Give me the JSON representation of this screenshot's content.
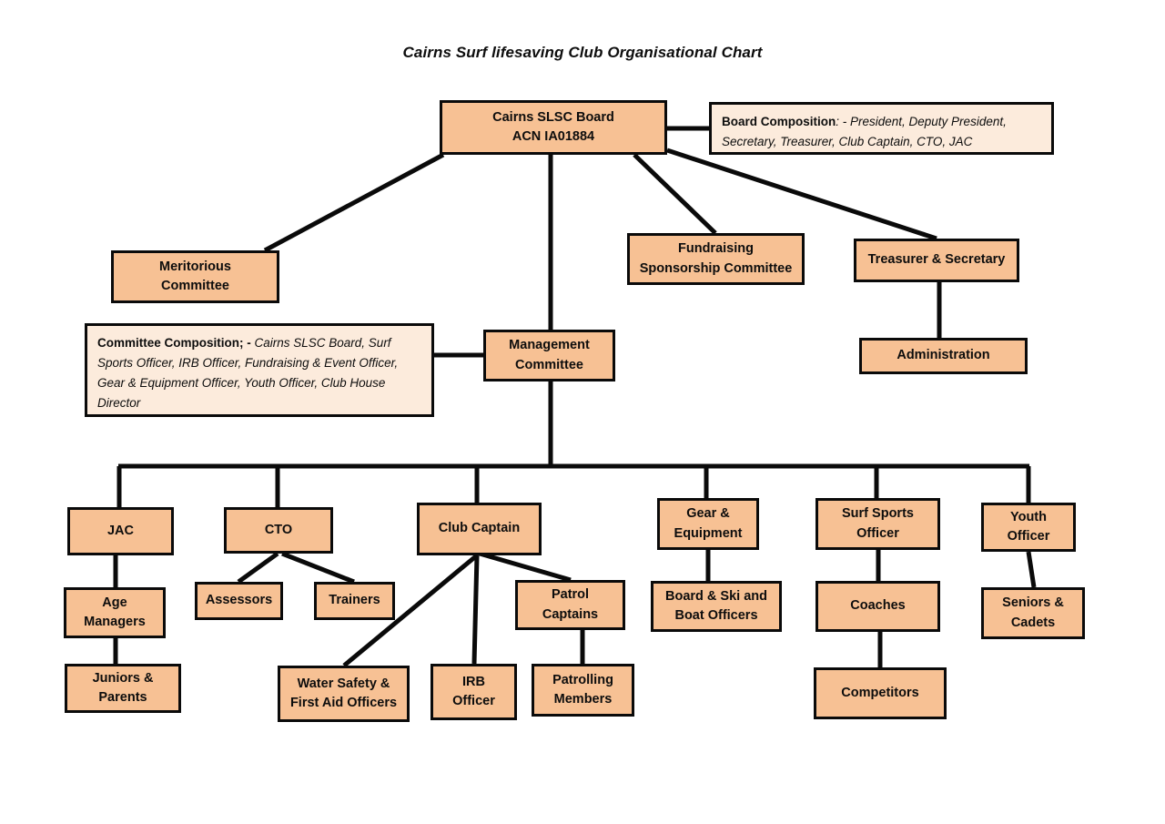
{
  "title": "Cairns Surf lifesaving Club Organisational Chart",
  "colors": {
    "node_fill": "#F7C194",
    "note_fill": "#FCEBDC",
    "border": "#0a0a0a",
    "background": "#ffffff",
    "text": "#0d0d0d"
  },
  "nodes": {
    "board": {
      "line1": "Cairns SLSC Board",
      "line2": "ACN IA01884"
    },
    "meritorious": {
      "line1": "Meritorious",
      "line2": "Committee"
    },
    "management": {
      "line1": "Management",
      "line2": "Committee"
    },
    "fundraising": {
      "line1": "Fundraising",
      "line2": "Sponsorship Committee"
    },
    "treasurer": {
      "line1": "Treasurer & Secretary",
      "line2": ""
    },
    "administration": {
      "line1": "Administration",
      "line2": ""
    },
    "jac": {
      "line1": "JAC",
      "line2": ""
    },
    "age_managers": {
      "line1": "Age",
      "line2": "Managers"
    },
    "juniors_parents": {
      "line1": "Juniors &",
      "line2": "Parents"
    },
    "cto": {
      "line1": "CTO",
      "line2": ""
    },
    "assessors": {
      "line1": "Assessors",
      "line2": ""
    },
    "trainers": {
      "line1": "Trainers",
      "line2": ""
    },
    "club_captain": {
      "line1": "Club Captain",
      "line2": ""
    },
    "water_safety": {
      "line1": "Water Safety &",
      "line2": "First Aid Officers"
    },
    "irb_officer": {
      "line1": "IRB",
      "line2": "Officer"
    },
    "patrol_captains": {
      "line1": "Patrol",
      "line2": "Captains"
    },
    "patrolling_members": {
      "line1": "Patrolling",
      "line2": "Members"
    },
    "gear_equipment": {
      "line1": "Gear &",
      "line2": "Equipment"
    },
    "board_ski_boat": {
      "line1": "Board & Ski and",
      "line2": "Boat Officers"
    },
    "surf_sports": {
      "line1": "Surf Sports",
      "line2": "Officer"
    },
    "coaches": {
      "line1": "Coaches",
      "line2": ""
    },
    "competitors": {
      "line1": "Competitors",
      "line2": ""
    },
    "youth_officer": {
      "line1": "Youth",
      "line2": "Officer"
    },
    "seniors_cadets": {
      "line1": "Seniors &",
      "line2": "Cadets"
    }
  },
  "notes": {
    "board_composition": {
      "label": "Board Composition",
      "body": ": - President, Deputy President, Secretary, Treasurer, Club Captain, CTO, JAC"
    },
    "committee_composition": {
      "label": "Committee Composition; -",
      "body": " Cairns SLSC Board, Surf Sports Officer, IRB Officer, Fundraising & Event Officer, Gear & Equipment Officer, Youth Officer, Club House Director"
    }
  },
  "chart_data": {
    "type": "diagram",
    "diagram_kind": "organisational-chart",
    "title": "Cairns Surf lifesaving Club Organisational Chart",
    "root": "Cairns SLSC Board ACN IA01884",
    "edges": [
      [
        "Cairns SLSC Board ACN IA01884",
        "Board Composition note"
      ],
      [
        "Cairns SLSC Board ACN IA01884",
        "Meritorious Committee"
      ],
      [
        "Cairns SLSC Board ACN IA01884",
        "Management Committee"
      ],
      [
        "Cairns SLSC Board ACN IA01884",
        "Fundraising Sponsorship Committee"
      ],
      [
        "Cairns SLSC Board ACN IA01884",
        "Treasurer & Secretary"
      ],
      [
        "Treasurer & Secretary",
        "Administration"
      ],
      [
        "Management Committee",
        "Committee Composition note"
      ],
      [
        "Management Committee",
        "JAC"
      ],
      [
        "Management Committee",
        "CTO"
      ],
      [
        "Management Committee",
        "Club Captain"
      ],
      [
        "Management Committee",
        "Gear & Equipment"
      ],
      [
        "Management Committee",
        "Surf Sports Officer"
      ],
      [
        "Management Committee",
        "Youth Officer"
      ],
      [
        "JAC",
        "Age Managers"
      ],
      [
        "Age Managers",
        "Juniors & Parents"
      ],
      [
        "CTO",
        "Assessors"
      ],
      [
        "CTO",
        "Trainers"
      ],
      [
        "Club Captain",
        "Water Safety & First Aid Officers"
      ],
      [
        "Club Captain",
        "IRB Officer"
      ],
      [
        "Club Captain",
        "Patrol Captains"
      ],
      [
        "Patrol Captains",
        "Patrolling Members"
      ],
      [
        "Gear & Equipment",
        "Board & Ski and Boat Officers"
      ],
      [
        "Surf Sports Officer",
        "Coaches"
      ],
      [
        "Coaches",
        "Competitors"
      ],
      [
        "Youth Officer",
        "Seniors & Cadets"
      ]
    ]
  }
}
